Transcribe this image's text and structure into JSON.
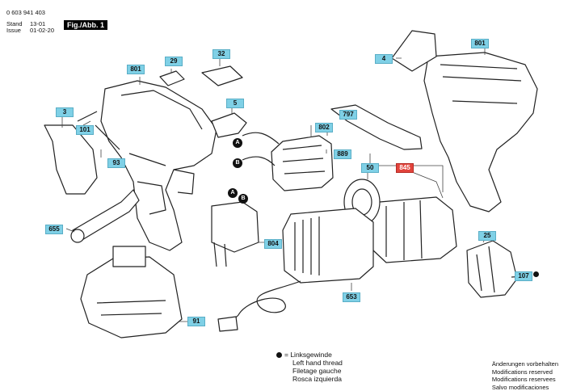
{
  "header": {
    "part_number": "0 603 941 403",
    "stand_label": "Stand",
    "stand_value": "13-01",
    "issue_label": "Issue",
    "issue_value": "01-02-20",
    "figure_label": "Fig./Abb. 1"
  },
  "callouts": {
    "p801_handle": "801",
    "p29": "29",
    "p32": "32",
    "p5": "5",
    "p3": "3",
    "p101": "101",
    "p93": "93",
    "p655": "655",
    "p4": "4",
    "p801_housing": "801",
    "p797": "797",
    "p802": "802",
    "p889": "889",
    "p50": "50",
    "p845": "845",
    "p804": "804",
    "p25": "25",
    "p107": "107",
    "p653": "653",
    "p91": "91"
  },
  "markers": {
    "a": "A",
    "b": "B"
  },
  "legend": {
    "line1": "= Linksgewinde",
    "line2": "Left hand thread",
    "line3": "Filetage gauche",
    "line4": "Rosca izquierda"
  },
  "modifications": {
    "line1": "Änderungen vorbehalten",
    "line2": "Modifications reserved",
    "line3": "Modifications reservees",
    "line4": "Salvo modificaciones"
  },
  "colors": {
    "callout": "#7fd0e6",
    "callout_highlight": "#e2443c"
  }
}
